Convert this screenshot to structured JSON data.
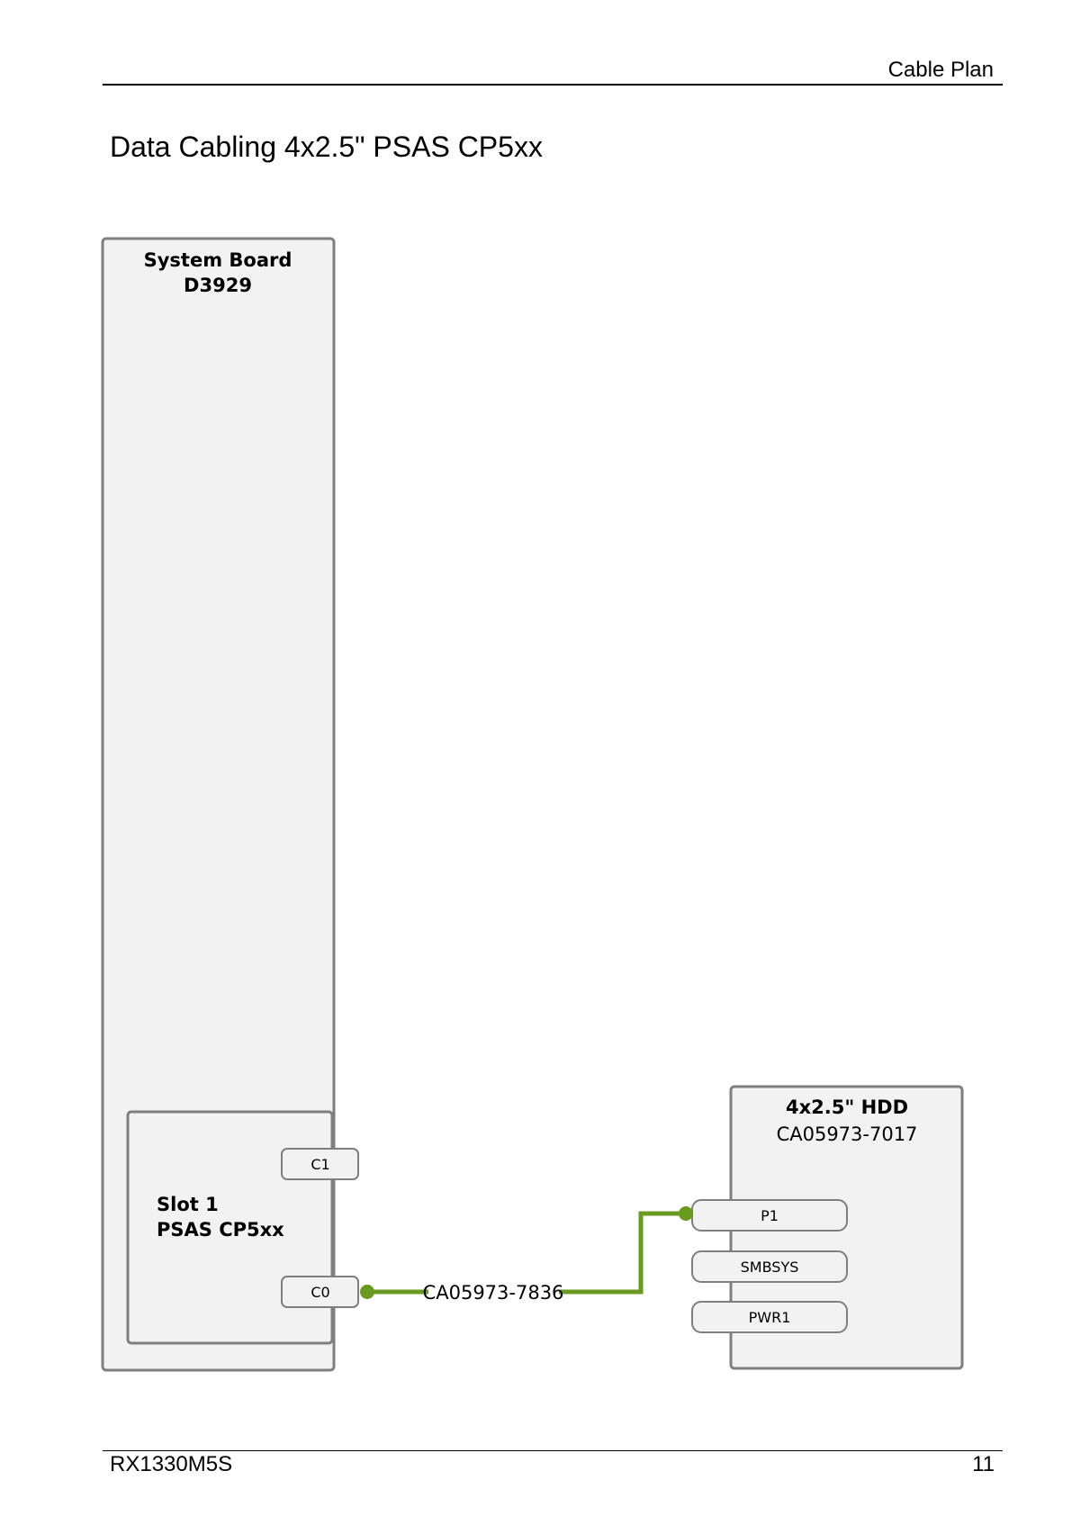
{
  "header": {
    "section": "Cable Plan"
  },
  "title": "Data Cabling 4x2.5\" PSAS CP5xx",
  "diagram": {
    "system_board": {
      "line1": "System Board",
      "line2": "D3929"
    },
    "slot": {
      "line1": "Slot 1",
      "line2": "PSAS CP5xx"
    },
    "slot_connectors": [
      "C1",
      "C0"
    ],
    "hdd": {
      "line1": "4x2.5\" HDD",
      "line2": "CA05973-7017"
    },
    "hdd_connectors": [
      "P1",
      "SMBSYS",
      "PWR1"
    ],
    "cable": {
      "label": "CA05973-7836",
      "color": "#6a9a1f"
    },
    "colors": {
      "box_fill": "#f2f2f2",
      "box_stroke": "#7f7f7f"
    }
  },
  "footer": {
    "model": "RX1330M5S",
    "page_number": "11"
  }
}
